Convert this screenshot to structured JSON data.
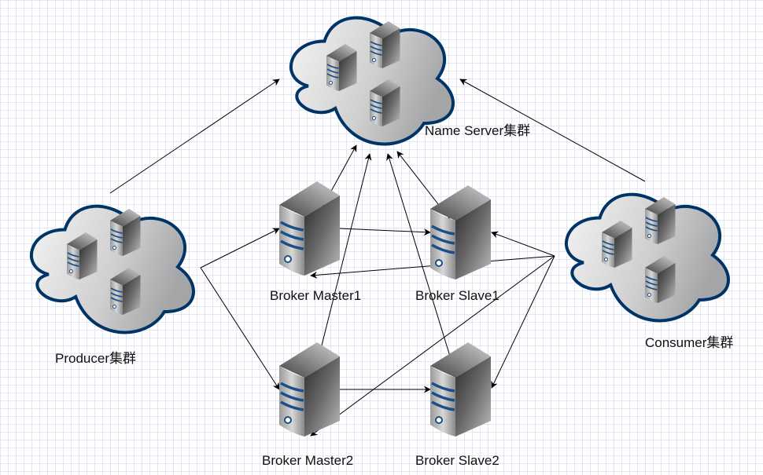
{
  "diagram": {
    "nodes": [
      {
        "id": "nameserver",
        "type": "cloud",
        "label": "Name Server集群"
      },
      {
        "id": "producer",
        "type": "cloud",
        "label": "Producer集群"
      },
      {
        "id": "consumer",
        "type": "cloud",
        "label": "Consumer集群"
      },
      {
        "id": "master1",
        "type": "server",
        "label": "Broker Master1"
      },
      {
        "id": "slave1",
        "type": "server",
        "label": "Broker Slave1"
      },
      {
        "id": "master2",
        "type": "server",
        "label": "Broker Master2"
      },
      {
        "id": "slave2",
        "type": "server",
        "label": "Broker Slave2"
      }
    ],
    "edges": [
      {
        "from": "producer",
        "to": "nameserver"
      },
      {
        "from": "producer",
        "to": "master1"
      },
      {
        "from": "producer",
        "to": "master2"
      },
      {
        "from": "master1",
        "to": "nameserver"
      },
      {
        "from": "master1",
        "to": "slave1"
      },
      {
        "from": "slave1",
        "to": "nameserver"
      },
      {
        "from": "master2",
        "to": "nameserver"
      },
      {
        "from": "slave2",
        "to": "nameserver"
      },
      {
        "from": "master2",
        "to": "slave2"
      },
      {
        "from": "consumer",
        "to": "nameserver"
      },
      {
        "from": "consumer",
        "to": "slave1"
      },
      {
        "from": "consumer",
        "to": "master1"
      },
      {
        "from": "consumer",
        "to": "master2"
      },
      {
        "from": "consumer",
        "to": "slave2"
      }
    ],
    "colors": {
      "cloud_stroke": "#003366",
      "stripe": "#1a4f8a",
      "edge": "#000000"
    }
  }
}
